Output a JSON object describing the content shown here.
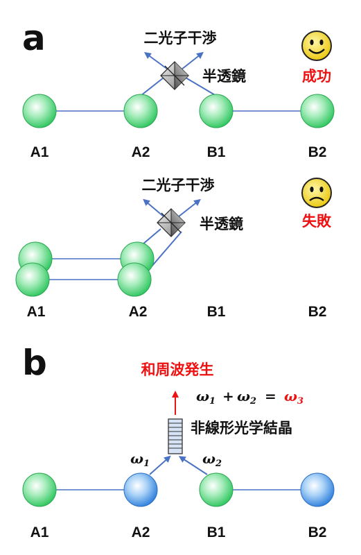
{
  "panel_a": {
    "panel_label": "a",
    "success_case": {
      "nodes": [
        "A1",
        "A2",
        "B1",
        "B2"
      ],
      "interference_label": "二光子干渉",
      "beamsplitter_label": "半透鏡",
      "outcome_label": "成功",
      "outcome_face": "smiley-face"
    },
    "failure_case": {
      "nodes": [
        "A1",
        "A2",
        "B1",
        "B2"
      ],
      "interference_label": "二光子干渉",
      "beamsplitter_label": "半透鏡",
      "outcome_label": "失敗",
      "outcome_face": "frowning-face"
    }
  },
  "panel_b": {
    "panel_label": "b",
    "nodes": [
      "A1",
      "A2",
      "B1",
      "B2"
    ],
    "sfg_label": "和周波発生",
    "crystal_label": "非線形光学結晶",
    "omega_symbol": "ω",
    "omega1_sub": "1",
    "omega2_sub": "2",
    "omega3_sub": "3",
    "plus": "+",
    "equals": "="
  },
  "colors": {
    "node_green": "#3dcb6a",
    "node_blue": "#3d8ee0",
    "link_blue": "#4a72c4",
    "red": "#ee1111",
    "face_yellow": "#f3d21a"
  }
}
